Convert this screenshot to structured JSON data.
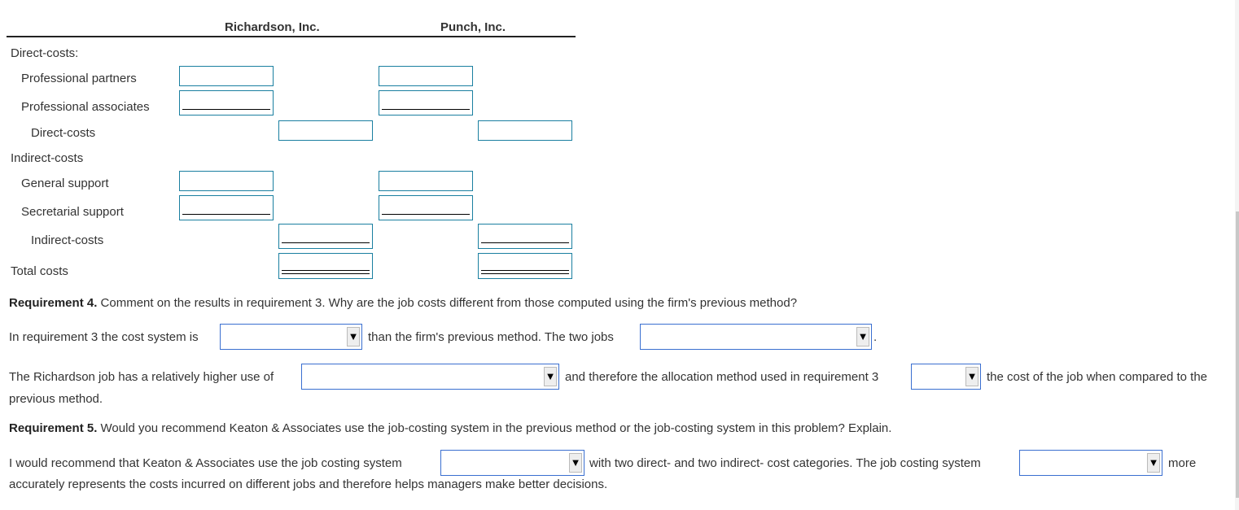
{
  "table": {
    "col_headers": [
      "Richardson, Inc.",
      "Punch, Inc."
    ],
    "rows": {
      "direct_header": "Direct-costs:",
      "partners": "Professional partners",
      "associates": "Professional associates",
      "direct_total": "Direct-costs",
      "indirect_header": "Indirect-costs",
      "general": "General support",
      "secretarial": "Secretarial support",
      "indirect_total": "Indirect-costs",
      "total": "Total costs"
    }
  },
  "req4": {
    "title": "Requirement 4.",
    "question": " Comment on the results in requirement 3. Why are the job costs different from those computed using the firm's previous method?",
    "s1a": "In requirement 3 the cost system is",
    "s1b": "than the firm's previous method. The two jobs",
    "s1c": ".",
    "s2a": "The Richardson job has a relatively higher use of",
    "s2b": "and therefore the allocation method used in requirement 3",
    "s2c": "the cost of the job when compared to the",
    "s2d": "previous method."
  },
  "req5": {
    "title": "Requirement 5.",
    "question": " Would you recommend Keaton & Associates use the job-costing system in the previous method or the job-costing system in this problem? Explain.",
    "s1a": "I would recommend that Keaton & Associates use the job costing system",
    "s1b": "with two direct- and two indirect- cost categories. The job costing system",
    "s1c": "more",
    "s2": "accurately represents the costs incurred on different jobs and therefore helps managers make better decisions."
  },
  "dropdown_arrow": "▼"
}
